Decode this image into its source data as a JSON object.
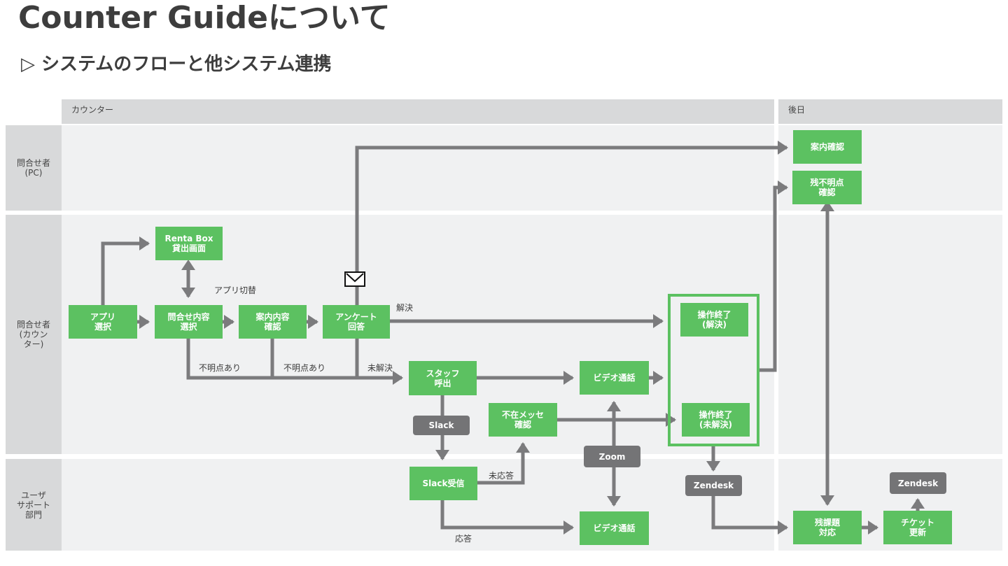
{
  "header": {
    "title": "Counter Guideについて",
    "subtitle": "▷ システムのフローと他システム連携"
  },
  "columns": {
    "counter": "カウンター",
    "later": "後日"
  },
  "rows": {
    "inquirer_pc": "問合せ者\n(PC)",
    "inquirer_counter": "問合せ者\n(カウン\nター)",
    "user_support": "ユーザ\nサポート\n部門"
  },
  "nodes": {
    "app_select": "アプリ\n選択",
    "rentabox": "Renta Box\n貸出画面",
    "inquiry_select": "問合せ内容\n選択",
    "guide_confirm": "案内内容\n確認",
    "survey": "アンケート\n回答",
    "staff_call": "スタッフ\n呼出",
    "video_call_counter": "ビデオ通話",
    "absence_msg": "不在メッセ\n確認",
    "end_resolved": "操作終了\n(解決)",
    "end_unresolved": "操作終了\n(未解決)",
    "slack_recv": "Slack受信",
    "video_call_support": "ビデオ通話",
    "guide_check_later": "案内確認",
    "remaining_check": "残不明点\n確認",
    "remaining_issue": "残課題\n対応",
    "ticket_update": "チケット\n更新"
  },
  "systems": {
    "slack": "Slack",
    "zoom": "Zoom",
    "zendesk_1": "Zendesk",
    "zendesk_2": "Zendesk"
  },
  "edge_labels": {
    "app_switch": "アプリ切替",
    "unclear_1": "不明点あり",
    "unclear_2": "不明点あり",
    "unresolved": "未解決",
    "resolved": "解決",
    "no_answer": "未応答",
    "answer": "応答"
  },
  "icons": {
    "mail": "envelope-icon"
  },
  "colors": {
    "node_green": "#5cc161",
    "system_gray": "#747476",
    "arrow_gray": "#7b7b7d",
    "lane_bg": "#f0f1f2",
    "header_bg": "#d8d9da"
  }
}
